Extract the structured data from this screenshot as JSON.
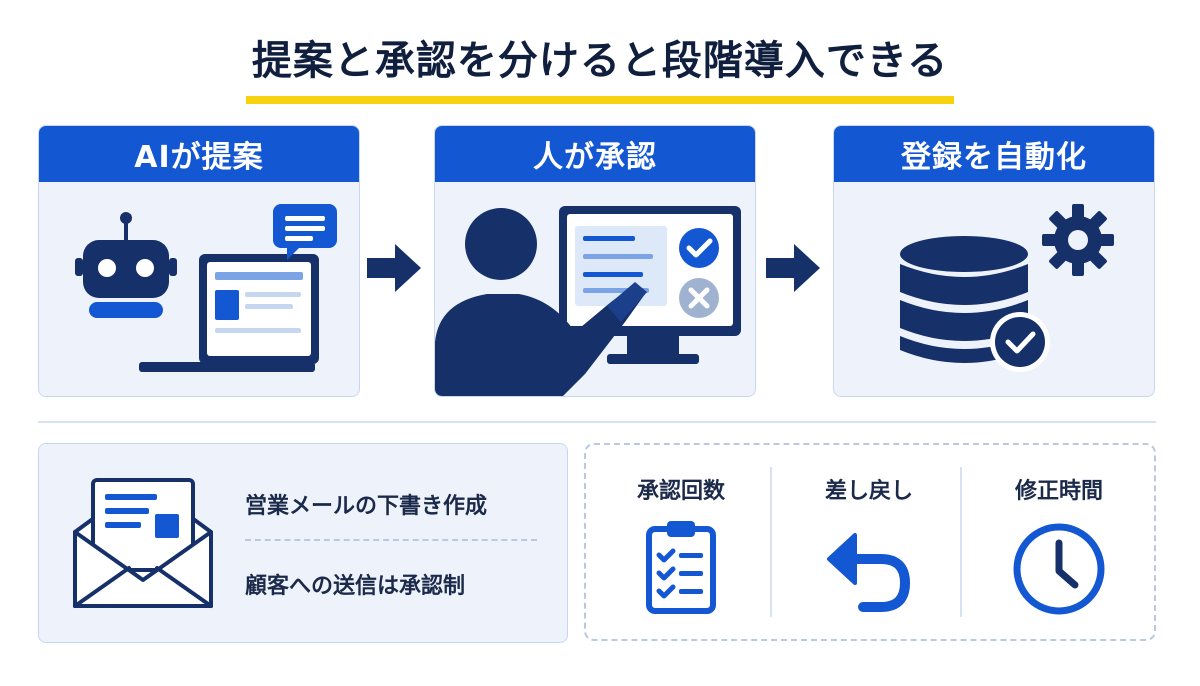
{
  "title": "提案と承認を分けると段階導入できる",
  "steps": [
    {
      "label": "AIが提案",
      "icon": "robot-laptop-icon"
    },
    {
      "label": "人が承認",
      "icon": "person-approval-screen-icon"
    },
    {
      "label": "登録を自動化",
      "icon": "database-gear-check-icon"
    }
  ],
  "email": {
    "icon": "envelope-draft-icon",
    "line1": "営業メールの下書き作成",
    "line2": "顧客への送信は承認制"
  },
  "metrics": [
    {
      "label": "承認回数",
      "icon": "clipboard-checklist-icon"
    },
    {
      "label": "差し戻し",
      "icon": "undo-arrow-icon"
    },
    {
      "label": "修正時間",
      "icon": "clock-icon"
    }
  ],
  "colors": {
    "primary": "#1457d2",
    "navy": "#16306a",
    "panel": "#eef3fb",
    "highlight": "#f7d20e"
  }
}
